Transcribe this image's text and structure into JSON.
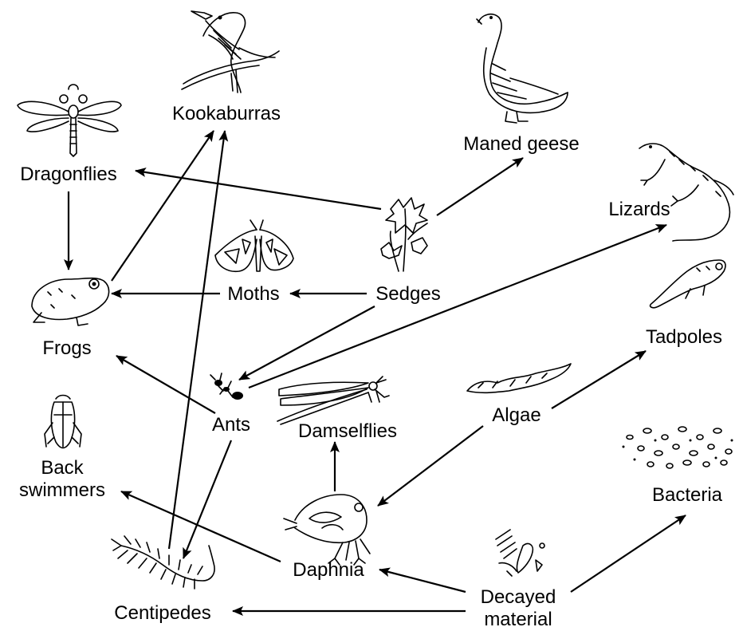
{
  "nodes": {
    "kookaburras": "Kookaburras",
    "maned_geese": "Maned geese",
    "dragonflies": "Dragonflies",
    "lizards": "Lizards",
    "moths": "Moths",
    "sedges": "Sedges",
    "frogs": "Frogs",
    "tadpoles": "Tadpoles",
    "ants": "Ants",
    "damselflies": "Damselflies",
    "algae": "Algae",
    "back_swimmers_1": "Back",
    "back_swimmers_2": "swimmers",
    "bacteria": "Bacteria",
    "daphnia": "Daphnia",
    "decayed_material_1": "Decayed",
    "decayed_material_2": "material",
    "centipedes": "Centipedes"
  },
  "edges": [
    {
      "from": "Sedges",
      "to": "Dragonflies"
    },
    {
      "from": "Sedges",
      "to": "Maned geese"
    },
    {
      "from": "Sedges",
      "to": "Moths"
    },
    {
      "from": "Sedges",
      "to": "Ants"
    },
    {
      "from": "Dragonflies",
      "to": "Frogs"
    },
    {
      "from": "Moths",
      "to": "Frogs"
    },
    {
      "from": "Frogs",
      "to": "Kookaburras"
    },
    {
      "from": "Centipedes",
      "to": "Kookaburras"
    },
    {
      "from": "Ants",
      "to": "Lizards"
    },
    {
      "from": "Ants",
      "to": "Frogs"
    },
    {
      "from": "Ants",
      "to": "Centipedes"
    },
    {
      "from": "Algae",
      "to": "Tadpoles"
    },
    {
      "from": "Algae",
      "to": "Daphnia"
    },
    {
      "from": "Daphnia",
      "to": "Damselflies"
    },
    {
      "from": "Daphnia",
      "to": "Back swimmers"
    },
    {
      "from": "Decayed material",
      "to": "Daphnia"
    },
    {
      "from": "Decayed material",
      "to": "Centipedes"
    },
    {
      "from": "Decayed material",
      "to": "Bacteria"
    }
  ]
}
